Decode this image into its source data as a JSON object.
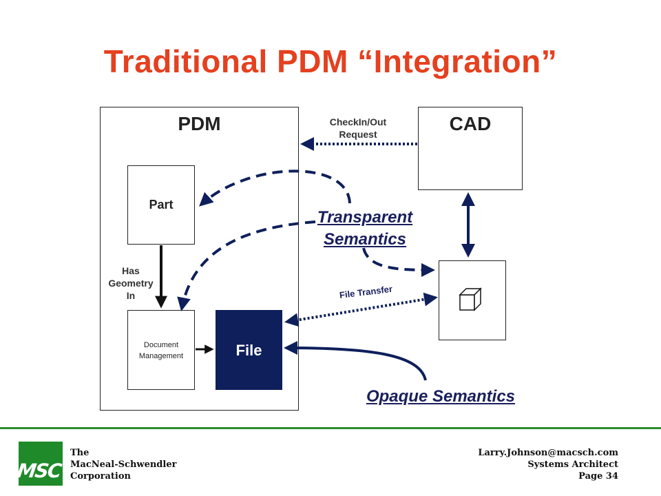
{
  "slide": {
    "title": "Traditional PDM “Integration”"
  },
  "diagram": {
    "pdm_label": "PDM",
    "cad_label": "CAD",
    "part_label": "Part",
    "doc_mgmt_line1": "Document",
    "doc_mgmt_line2": "Management",
    "file_label": "File",
    "has_geometry_line1": "Has",
    "has_geometry_line2": "Geometry",
    "has_geometry_line3": "In",
    "checkin_line1": "CheckIn/Out",
    "checkin_line2": "Request",
    "transparent_line1": "Transparent",
    "transparent_line2": "Semantics",
    "file_transfer_label": "File Transfer",
    "opaque_label": "Opaque Semantics",
    "file_box_color": "#0e1f5b",
    "arrow_color": "#0e1f5b",
    "icon": "cube-icon"
  },
  "footer": {
    "company_line1": "The",
    "company_line2": "MacNeal-Schwendler",
    "company_line3": "Corporation",
    "email": "Larry.Johnson@macsch.com",
    "role": "Systems Architect",
    "page": "Page 34",
    "logo_text": "MSC",
    "logo_color": "#1f8a2a",
    "rule_color": "#2d8c2d"
  }
}
